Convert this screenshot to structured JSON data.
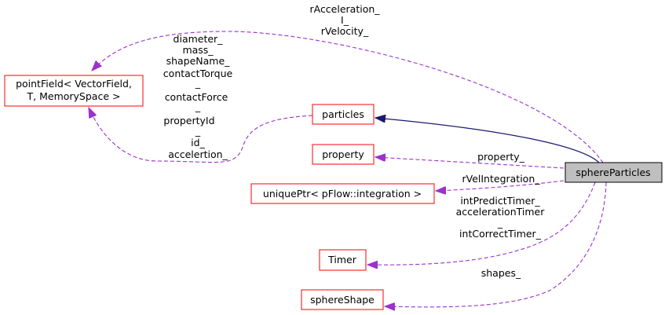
{
  "diagram": {
    "nodes": {
      "pointField": {
        "line1": "pointField< VectorField,",
        "line2": "T, MemorySpace >"
      },
      "particles": {
        "label": "particles"
      },
      "property": {
        "label": "property"
      },
      "uniquePtr": {
        "label": "uniquePtr< pFlow::integration >"
      },
      "timer": {
        "label": "Timer"
      },
      "sphereShape": {
        "label": "sphereShape"
      },
      "sphereParticles": {
        "label": "sphereParticles"
      }
    },
    "edge_labels": {
      "top": [
        "rAcceleration_",
        "I_",
        "rVelocity_"
      ],
      "left": [
        "diameter_",
        "mass_",
        "shapeName_",
        "contactTorque",
        "_",
        "contactForce",
        "_",
        "propertyId",
        "_",
        "id_",
        "accelertion_"
      ],
      "property": "property_",
      "integration": "rVelIntegration_",
      "timer": [
        "intPredictTimer_",
        "accelerationTimer",
        "_",
        "intCorrectTimer_"
      ],
      "shapes": "shapes_"
    },
    "colors": {
      "node_border": "#ff0000",
      "highlight_fill": "#bfbfbf",
      "inheritance_edge": "#191970",
      "usage_edge": "#9a32cd"
    }
  }
}
